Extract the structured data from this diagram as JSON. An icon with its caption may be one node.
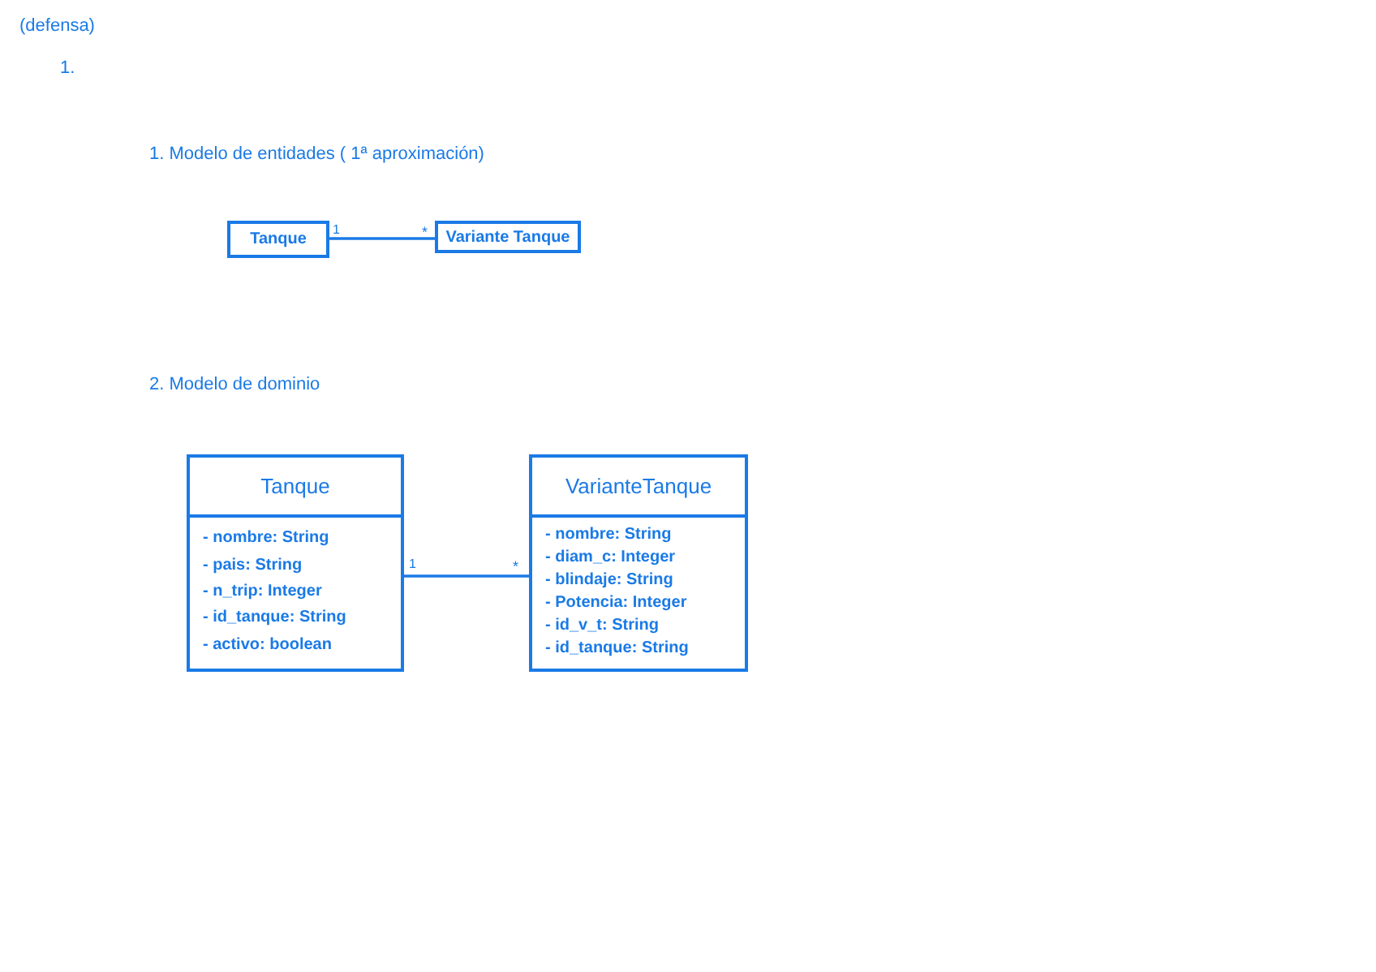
{
  "diagram": {
    "nodes": [
      {
        "text": [
          "Tanque"
        ]
      },
      {
        "text": [
          "Variante Tanque"
        ]
      },
      {
        "text": [
          "Tanque",
          "- nombre: String",
          "- pais: String",
          "- n_trip: Integer",
          "- id_tanque: String",
          "- activo: boolean"
        ]
      },
      {
        "text": [
          "VarianteTanque",
          "- nombre: String",
          "- diam_c: Integer",
          "- blindaje: String",
          "- Potencia: Integer",
          "- id_v_t: String",
          "- id_tanque: String"
        ]
      }
    ],
    "edges": [
      {
        "from": 0,
        "to": 1,
        "arrow": "none"
      },
      {
        "from": 2,
        "to": 3,
        "arrow": "none"
      }
    ],
    "labels": [
      "(defensa)",
      "1.",
      "1. Modelo de entidades ( 1ª aproximación)",
      "1",
      "*",
      "2. Modelo de dominio",
      "1",
      "*"
    ]
  }
}
